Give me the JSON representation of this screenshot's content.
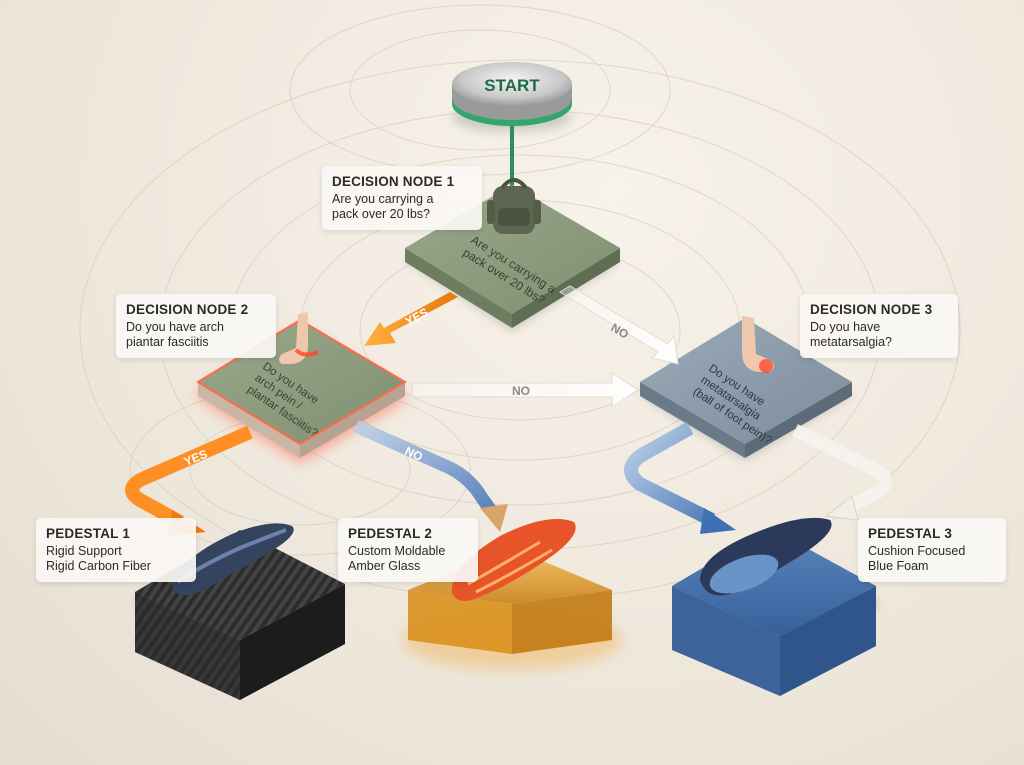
{
  "start": {
    "label": "START"
  },
  "node1": {
    "callout_title": "DECISION NODE 1",
    "callout_lines": [
      "Are you carrying a",
      "pack over 20 lbs?"
    ],
    "surface_lines": [
      "Are you carrying a",
      "pack over 20 lbs?"
    ]
  },
  "node2": {
    "callout_title": "DECISION NODE 2",
    "callout_lines": [
      "Do you have arch",
      "piantar fasciitis"
    ],
    "surface_lines": [
      "Do you have",
      "arch pein /",
      "plantar fasciitis?"
    ]
  },
  "node3": {
    "callout_title": "DECISION NODE 3",
    "callout_lines": [
      "Do you have",
      "metatarsalgia?"
    ],
    "surface_lines": [
      "Do you have",
      "metatarsalgia",
      "(ball of foot pein)?"
    ]
  },
  "arrows": {
    "n1_yes": "YES",
    "n1_no": "NO",
    "n2_no_right": "NO",
    "n2_yes": "YES",
    "n2_no": "NO"
  },
  "pedestal1": {
    "title": "PEDESTAL 1",
    "lines": [
      "Rigid Support",
      "Rigid Carbon Fiber"
    ]
  },
  "pedestal2": {
    "title": "PEDESTAL 2",
    "lines": [
      "Custom Moldable",
      "Amber Glass"
    ]
  },
  "pedestal3": {
    "title": "PEDESTAL 3",
    "lines": [
      "Cushion Focused",
      "Blue Foam"
    ]
  },
  "colors": {
    "start_ring": "#2fa86a",
    "node_green": "#8a9a7a",
    "node_red_glow": "#ff5a40",
    "node_blue": "#8a9aa8",
    "yes_orange": "#f08a1a",
    "no_white": "#f4f4f4",
    "no_blue": "#4f7fc0",
    "carbon": "#3a3a3a",
    "amber": "#e2a030",
    "foam_blue": "#4672a8"
  }
}
